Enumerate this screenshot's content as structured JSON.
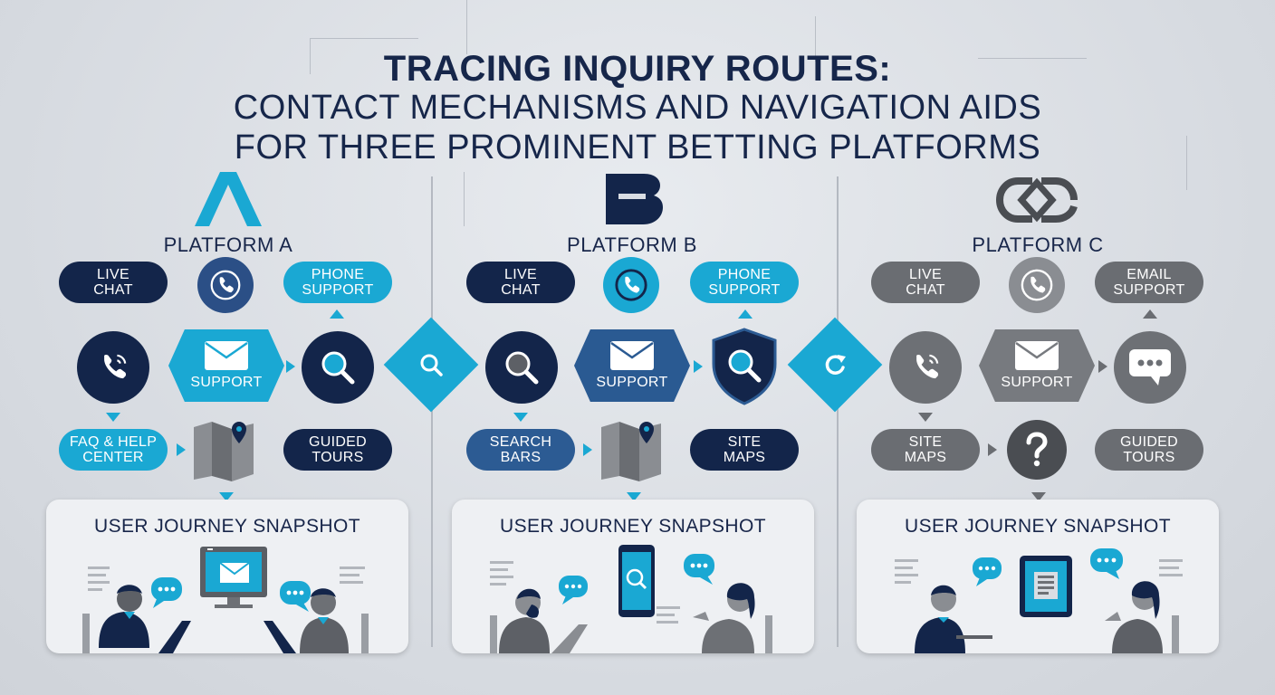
{
  "title": {
    "line1": "TRACING INQUIRY ROUTES:",
    "line2": "CONTACT MECHANISMS AND NAVIGATION AIDS",
    "line3": "FOR THREE PROMINENT BETTING PLATFORMS"
  },
  "colors": {
    "navy": "#13254a",
    "cyan": "#1aa8d3",
    "gray": "#6a6d72",
    "blue": "#2c5b93",
    "background": "#d9dde3"
  },
  "platforms": [
    {
      "name": "PLATFORM A",
      "logo": "A",
      "top_left_pill": "LIVE\nCHAT",
      "top_right_pill": "PHONE\nSUPPORT",
      "hex_label": "SUPPORT",
      "bottom_left_pill": "FAQ & HELP\nCENTER",
      "bottom_right_pill": "GUIDED\nTOURS",
      "snapshot_title": "USER JOURNEY SNAPSHOT",
      "icons": [
        "phone-icon",
        "phone-icon",
        "envelope-icon",
        "magnifier-icon",
        "map-pin-icon"
      ]
    },
    {
      "name": "PLATFORM B",
      "logo": "B",
      "top_left_pill": "LIVE\nCHAT",
      "top_right_pill": "PHONE\nSUPPORT",
      "hex_label": "SUPPORT",
      "bottom_left_pill": "SEARCH\nBARS",
      "bottom_right_pill": "SITE\nMAPS",
      "snapshot_title": "USER JOURNEY SNAPSHOT",
      "icons": [
        "phone-icon",
        "magnifier-icon",
        "envelope-icon",
        "shield-magnifier-icon",
        "map-pin-icon"
      ]
    },
    {
      "name": "PLATFORM C",
      "logo": "C",
      "top_left_pill": "LIVE\nCHAT",
      "top_right_pill": "EMAIL\nSUPPORT",
      "hex_label": "SUPPORT",
      "bottom_left_pill": "SITE\nMAPS",
      "bottom_right_pill": "GUIDED\nTOURS",
      "snapshot_title": "USER JOURNEY SNAPSHOT",
      "icons": [
        "phone-icon",
        "phone-icon",
        "envelope-icon",
        "chat-bubble-icon",
        "question-mark-icon"
      ]
    }
  ],
  "connectors": [
    "magnifier-icon",
    "refresh-icon"
  ]
}
